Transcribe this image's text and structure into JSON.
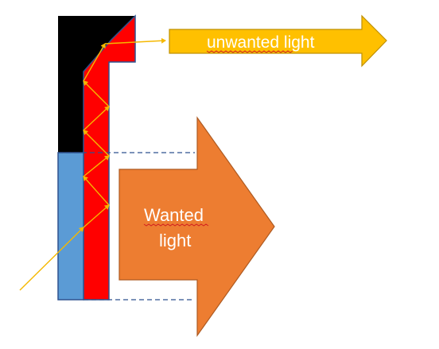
{
  "labels": {
    "unwanted": "unwanted light",
    "wanted_line1": "Wanted",
    "wanted_line2": "light"
  },
  "colors": {
    "black_block": "#000000",
    "red_guide": "#ff0000",
    "guide_outline": "#2f528f",
    "blue_block": "#5b9bd5",
    "ray": "#f5b800",
    "unwanted_arrow": "#ffc000",
    "unwanted_arrow_border": "#bf9000",
    "wanted_arrow": "#ed7d31",
    "wanted_arrow_border": "#ae5a21",
    "dashed_line": "#2f528f"
  }
}
